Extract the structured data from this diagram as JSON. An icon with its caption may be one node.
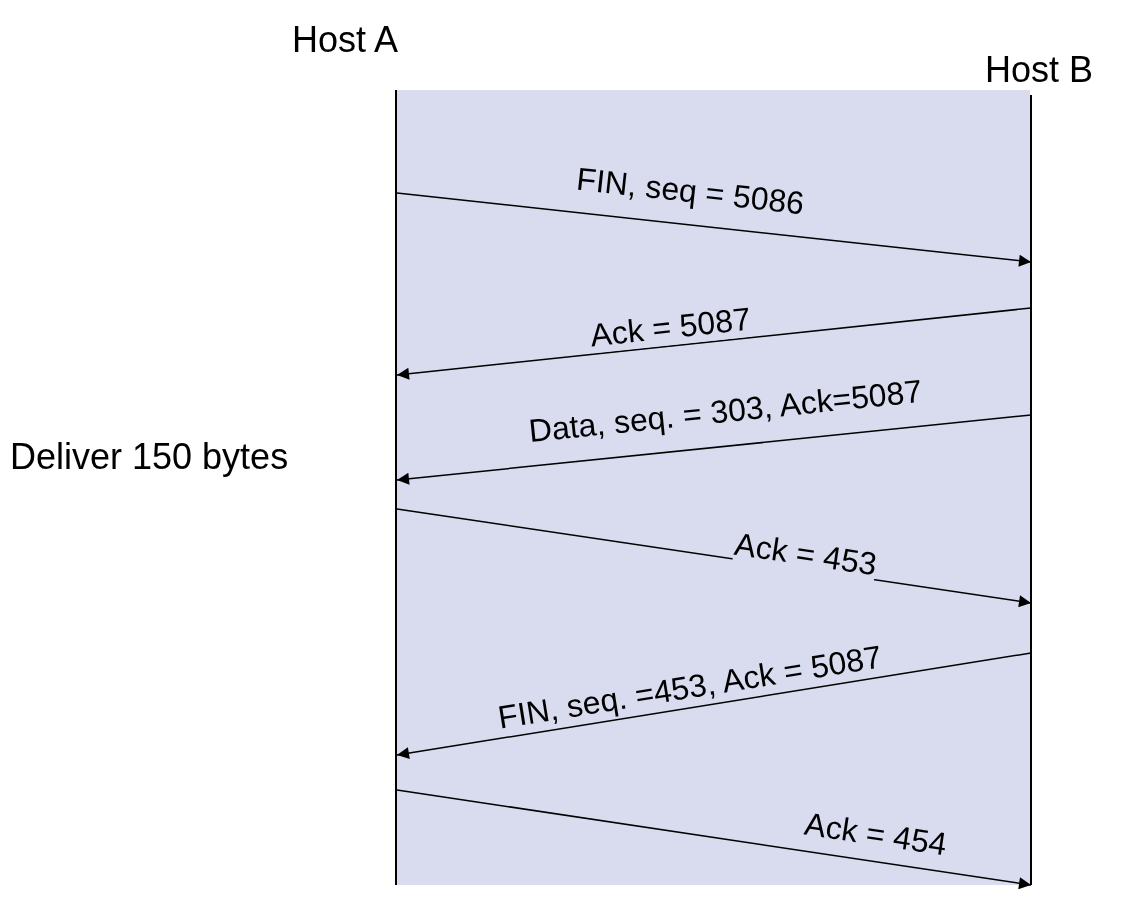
{
  "diagram": {
    "nodes": [
      {
        "text": [
          "Host A"
        ],
        "beside": [
          "Deliver 150 bytes"
        ]
      },
      {
        "text": [
          "Host B"
        ]
      }
    ],
    "edges": [
      {
        "from": 0,
        "to": 1,
        "arrow": "to",
        "label": "FIN, seq = 5086"
      },
      {
        "from": 1,
        "to": 0,
        "arrow": "to",
        "label": "Ack = 5087"
      },
      {
        "from": 1,
        "to": 0,
        "arrow": "to",
        "label": "Data, seq. = 303, Ack=5087"
      },
      {
        "from": 0,
        "to": 1,
        "arrow": "to",
        "label": "Ack = 453"
      },
      {
        "from": 1,
        "to": 0,
        "arrow": "to",
        "label": "FIN, seq. =453, Ack = 5087"
      },
      {
        "from": 0,
        "to": 1,
        "arrow": "to",
        "label": "Ack = 454"
      }
    ]
  }
}
